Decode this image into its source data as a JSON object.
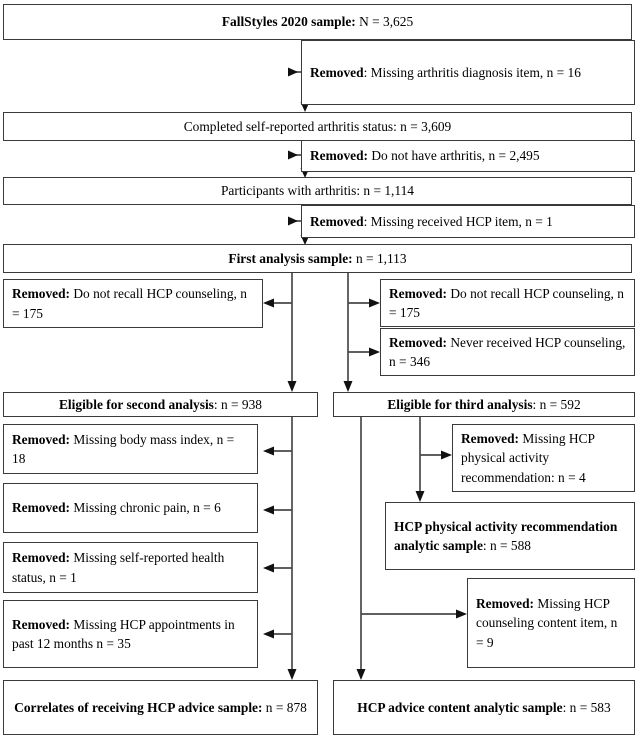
{
  "diagram": {
    "title": "FallStyles 2020 arthritis sample flow diagram",
    "type": "flowchart",
    "line_color": "#4a4a4a",
    "box_border_color": "#3a3a3a",
    "background": "#ffffff"
  },
  "nodes": {
    "n1_total_sample": {
      "bold": "FallStyles 2020 sample:",
      "rest": " N = 3,625"
    },
    "n2_removed_arthritis_dx": {
      "bold": "Removed",
      "rest": ": Missing arthritis diagnosis item, n = 16"
    },
    "n3_completed_status": {
      "bold": "",
      "rest": "Completed self-reported arthritis status: n = 3,609"
    },
    "n4_removed_no_arthritis": {
      "bold": "Removed:",
      "rest": " Do not have arthritis, n = 2,495"
    },
    "n5_participants_arthritis": {
      "bold": "",
      "rest": "Participants with arthritis: n = 1,114"
    },
    "n6_removed_missing_hcp_item": {
      "bold": "Removed",
      "rest": ": Missing received HCP item, n = 1"
    },
    "n7_first_analysis": {
      "bold": "First analysis sample:",
      "rest": " n = 1,113"
    },
    "n8_removed_recall_left": {
      "bold": "Removed:",
      "rest": " Do not recall HCP counseling, n = 175"
    },
    "n9_removed_recall_right": {
      "bold": "Removed:",
      "rest": " Do not recall HCP counseling, n = 175"
    },
    "n10_removed_never_received": {
      "bold": "Removed:",
      "rest": " Never received HCP counseling, n = 346"
    },
    "n11_eligible_second": {
      "bold": "Eligible for second analysis",
      "rest": ": n = 938"
    },
    "n12_eligible_third": {
      "bold": "Eligible for third analysis",
      "rest": ": n = 592"
    },
    "n13_removed_bmi": {
      "bold": "Removed:",
      "rest": " Missing body mass index, n = 18"
    },
    "n14_removed_chronic_pain": {
      "bold": "Removed:",
      "rest": " Missing chronic pain, n = 6"
    },
    "n15_removed_health_status": {
      "bold": "Removed:",
      "rest": " Missing self-reported health status, n = 1"
    },
    "n16_removed_appointments": {
      "bold": "Removed:",
      "rest": " Missing HCP appointments in past 12 months n = 35"
    },
    "n17_removed_pa_recommendation": {
      "bold": "Removed:",
      "rest": " Missing HCP physical activity recommendation: n = 4"
    },
    "n18_pa_analytic_sample": {
      "bold": "HCP physical activity recommendation analytic sample",
      "rest": ": n = 588"
    },
    "n19_removed_counseling_content": {
      "bold": "Removed:",
      "rest": " Missing HCP counseling content item, n = 9"
    },
    "n20_correlates_sample": {
      "bold": "Correlates of receiving HCP advice sample:",
      "rest": " n = 878"
    },
    "n21_advice_content_sample": {
      "bold": "HCP advice content analytic sample",
      "rest": ": n = 583"
    }
  }
}
